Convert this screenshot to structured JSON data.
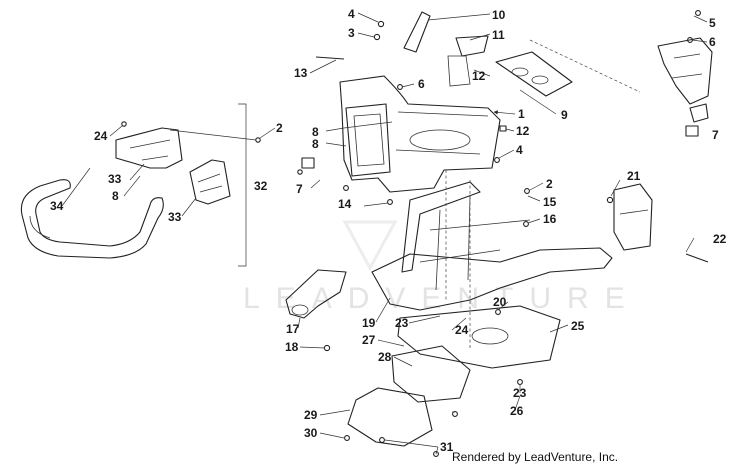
{
  "diagram": {
    "credit": "Rendered by LeadVenture, Inc.",
    "watermark": "LEADVENTURE",
    "callouts": [
      "1",
      "2",
      "3",
      "4",
      "5",
      "6",
      "7",
      "8",
      "9",
      "10",
      "11",
      "12",
      "13",
      "14",
      "15",
      "16",
      "17",
      "18",
      "19",
      "20",
      "21",
      "22",
      "23",
      "24",
      "25",
      "26",
      "27",
      "28",
      "29",
      "30",
      "31",
      "32",
      "33",
      "34"
    ]
  }
}
